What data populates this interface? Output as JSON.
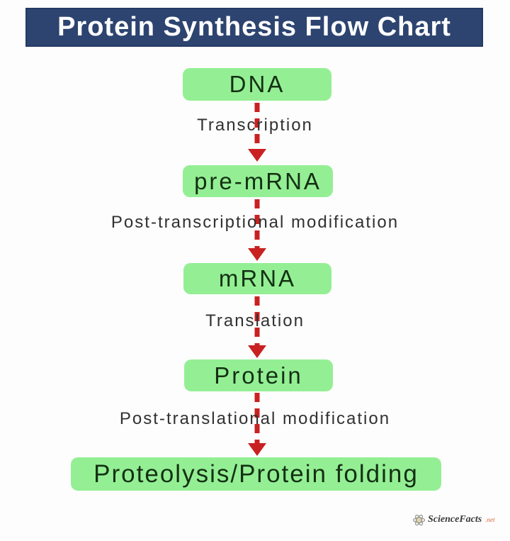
{
  "header": {
    "title": "Protein Synthesis Flow Chart",
    "bg_color": "#2d4470",
    "text_color": "#ffffff"
  },
  "flow": {
    "box_color": "#94ef94",
    "box_text_color": "#143014",
    "arrow_color": "#c92121",
    "label_text_color": "#313131",
    "boxes": [
      {
        "label": "DNA"
      },
      {
        "label": "pre-mRNA"
      },
      {
        "label": "mRNA"
      },
      {
        "label": "Protein"
      },
      {
        "label": "Proteolysis/Protein folding"
      }
    ],
    "connectors": [
      {
        "label": "Transcription"
      },
      {
        "label": "Post-transcriptional modification"
      },
      {
        "label": "Translation"
      },
      {
        "label": "Post-translational modification"
      }
    ]
  },
  "footer": {
    "brand": "ScienceFacts",
    "brand_suffix": ".net",
    "logo_icon": "atom-icon"
  }
}
